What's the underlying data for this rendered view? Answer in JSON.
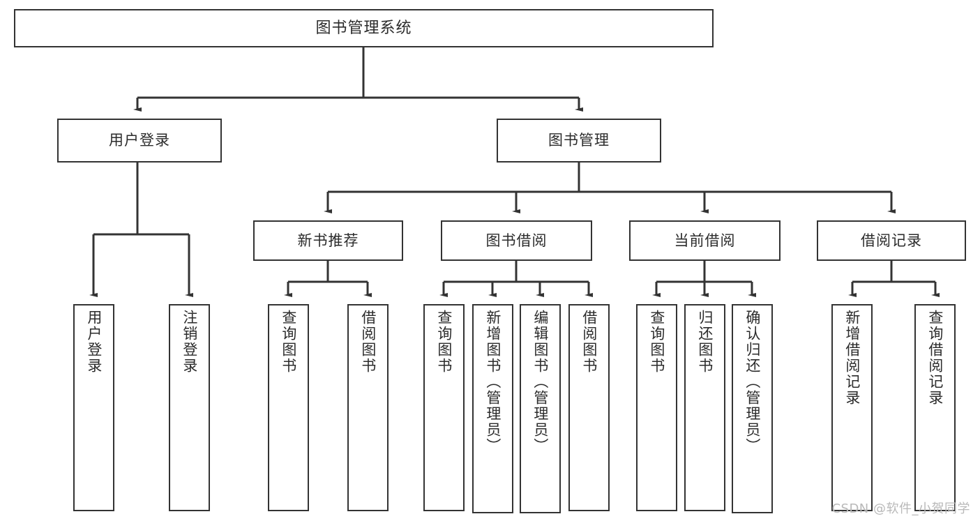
{
  "diagram": {
    "title": "图书管理系统",
    "watermark": "CSDN @软件_小贺同学",
    "line_color": "#333333",
    "box_fill": "#ffffff",
    "text_color": "#2b2b2b"
  },
  "nodes": {
    "root": {
      "label": "图书管理系统"
    },
    "level2": [
      {
        "label": "用户登录"
      },
      {
        "label": "图书管理"
      }
    ],
    "level3": [
      {
        "label": "新书推荐"
      },
      {
        "label": "图书借阅"
      },
      {
        "label": "当前借阅"
      },
      {
        "label": "借阅记录"
      }
    ],
    "leaves": {
      "user_login": [
        {
          "label": "用户登录"
        },
        {
          "label": "注销登录"
        }
      ],
      "new_book": [
        {
          "label": "查询图书"
        },
        {
          "label": "借阅图书"
        }
      ],
      "book_borrow": [
        {
          "label": "查询图书"
        },
        {
          "label": "新增图书（管理员）"
        },
        {
          "label": "编辑图书（管理员）"
        },
        {
          "label": "借阅图书"
        }
      ],
      "current_borrow": [
        {
          "label": "查询图书"
        },
        {
          "label": "归还图书"
        },
        {
          "label": "确认归还（管理员）"
        }
      ],
      "borrow_record": [
        {
          "label": "新增借阅记录"
        },
        {
          "label": "查询借阅记录"
        }
      ]
    }
  }
}
